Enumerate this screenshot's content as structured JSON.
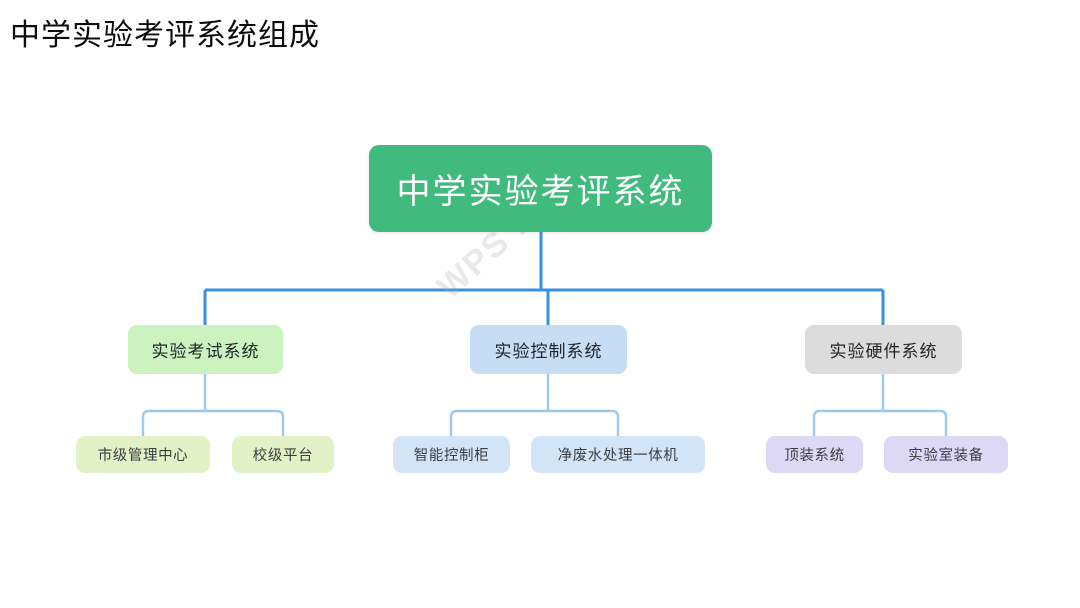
{
  "page": {
    "title": "中学实验考评系统组成",
    "watermark": "WPS Mind",
    "background_color": "#ffffff"
  },
  "colors": {
    "root_fill": "#41ba7e",
    "root_text": "#ffffff",
    "branch_exam_fill": "#ccf3bf",
    "branch_control_fill": "#c6ddf3",
    "branch_hardware_fill": "#dcdcdc",
    "leaf_exam_fill": "#e2f2c6",
    "leaf_control_fill": "#d3e4f7",
    "leaf_hardware_fill": "#ddd8f5",
    "connector_primary": "#3b8fe0",
    "connector_secondary": "#9cc9ee",
    "title_text": "#0d0d0d",
    "node_text": "#222428"
  },
  "mindmap": {
    "root": {
      "label": "中学实验考评系统"
    },
    "branches": [
      {
        "label": "实验考试系统",
        "children": [
          {
            "label": "市级管理中心"
          },
          {
            "label": "校级平台"
          }
        ]
      },
      {
        "label": "实验控制系统",
        "children": [
          {
            "label": "智能控制柜"
          },
          {
            "label": "净废水处理一体机"
          }
        ]
      },
      {
        "label": "实验硬件系统",
        "children": [
          {
            "label": "顶装系统"
          },
          {
            "label": "实验室装备"
          }
        ]
      }
    ]
  }
}
